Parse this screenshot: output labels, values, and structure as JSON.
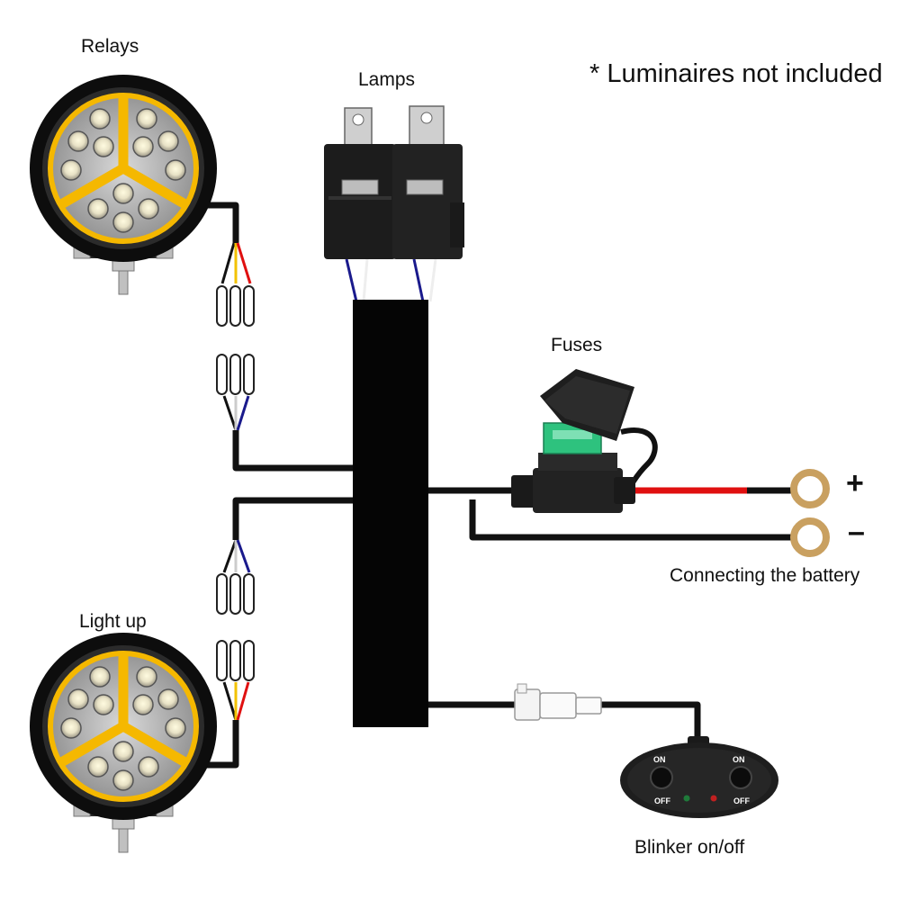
{
  "labels": {
    "relays": "Relays",
    "lamps": "Lamps",
    "note": "* Luminaires not included",
    "fuses": "Fuses",
    "battery": "Connecting the battery",
    "plus": "+",
    "minus": "–",
    "light_up": "Light up",
    "blinker": "Blinker on/off"
  },
  "switch": {
    "left_on": "ON",
    "left_off": "OFF",
    "right_on": "ON",
    "right_off": "OFF"
  },
  "colors": {
    "wire_black": "#111111",
    "wire_red": "#e01010",
    "wire_yellow": "#f2c200",
    "wire_blue": "#1a1a8c",
    "halo_amber": "#f5b800",
    "fuse_green": "#2ec27e",
    "terminal_gold": "#c9a060"
  }
}
